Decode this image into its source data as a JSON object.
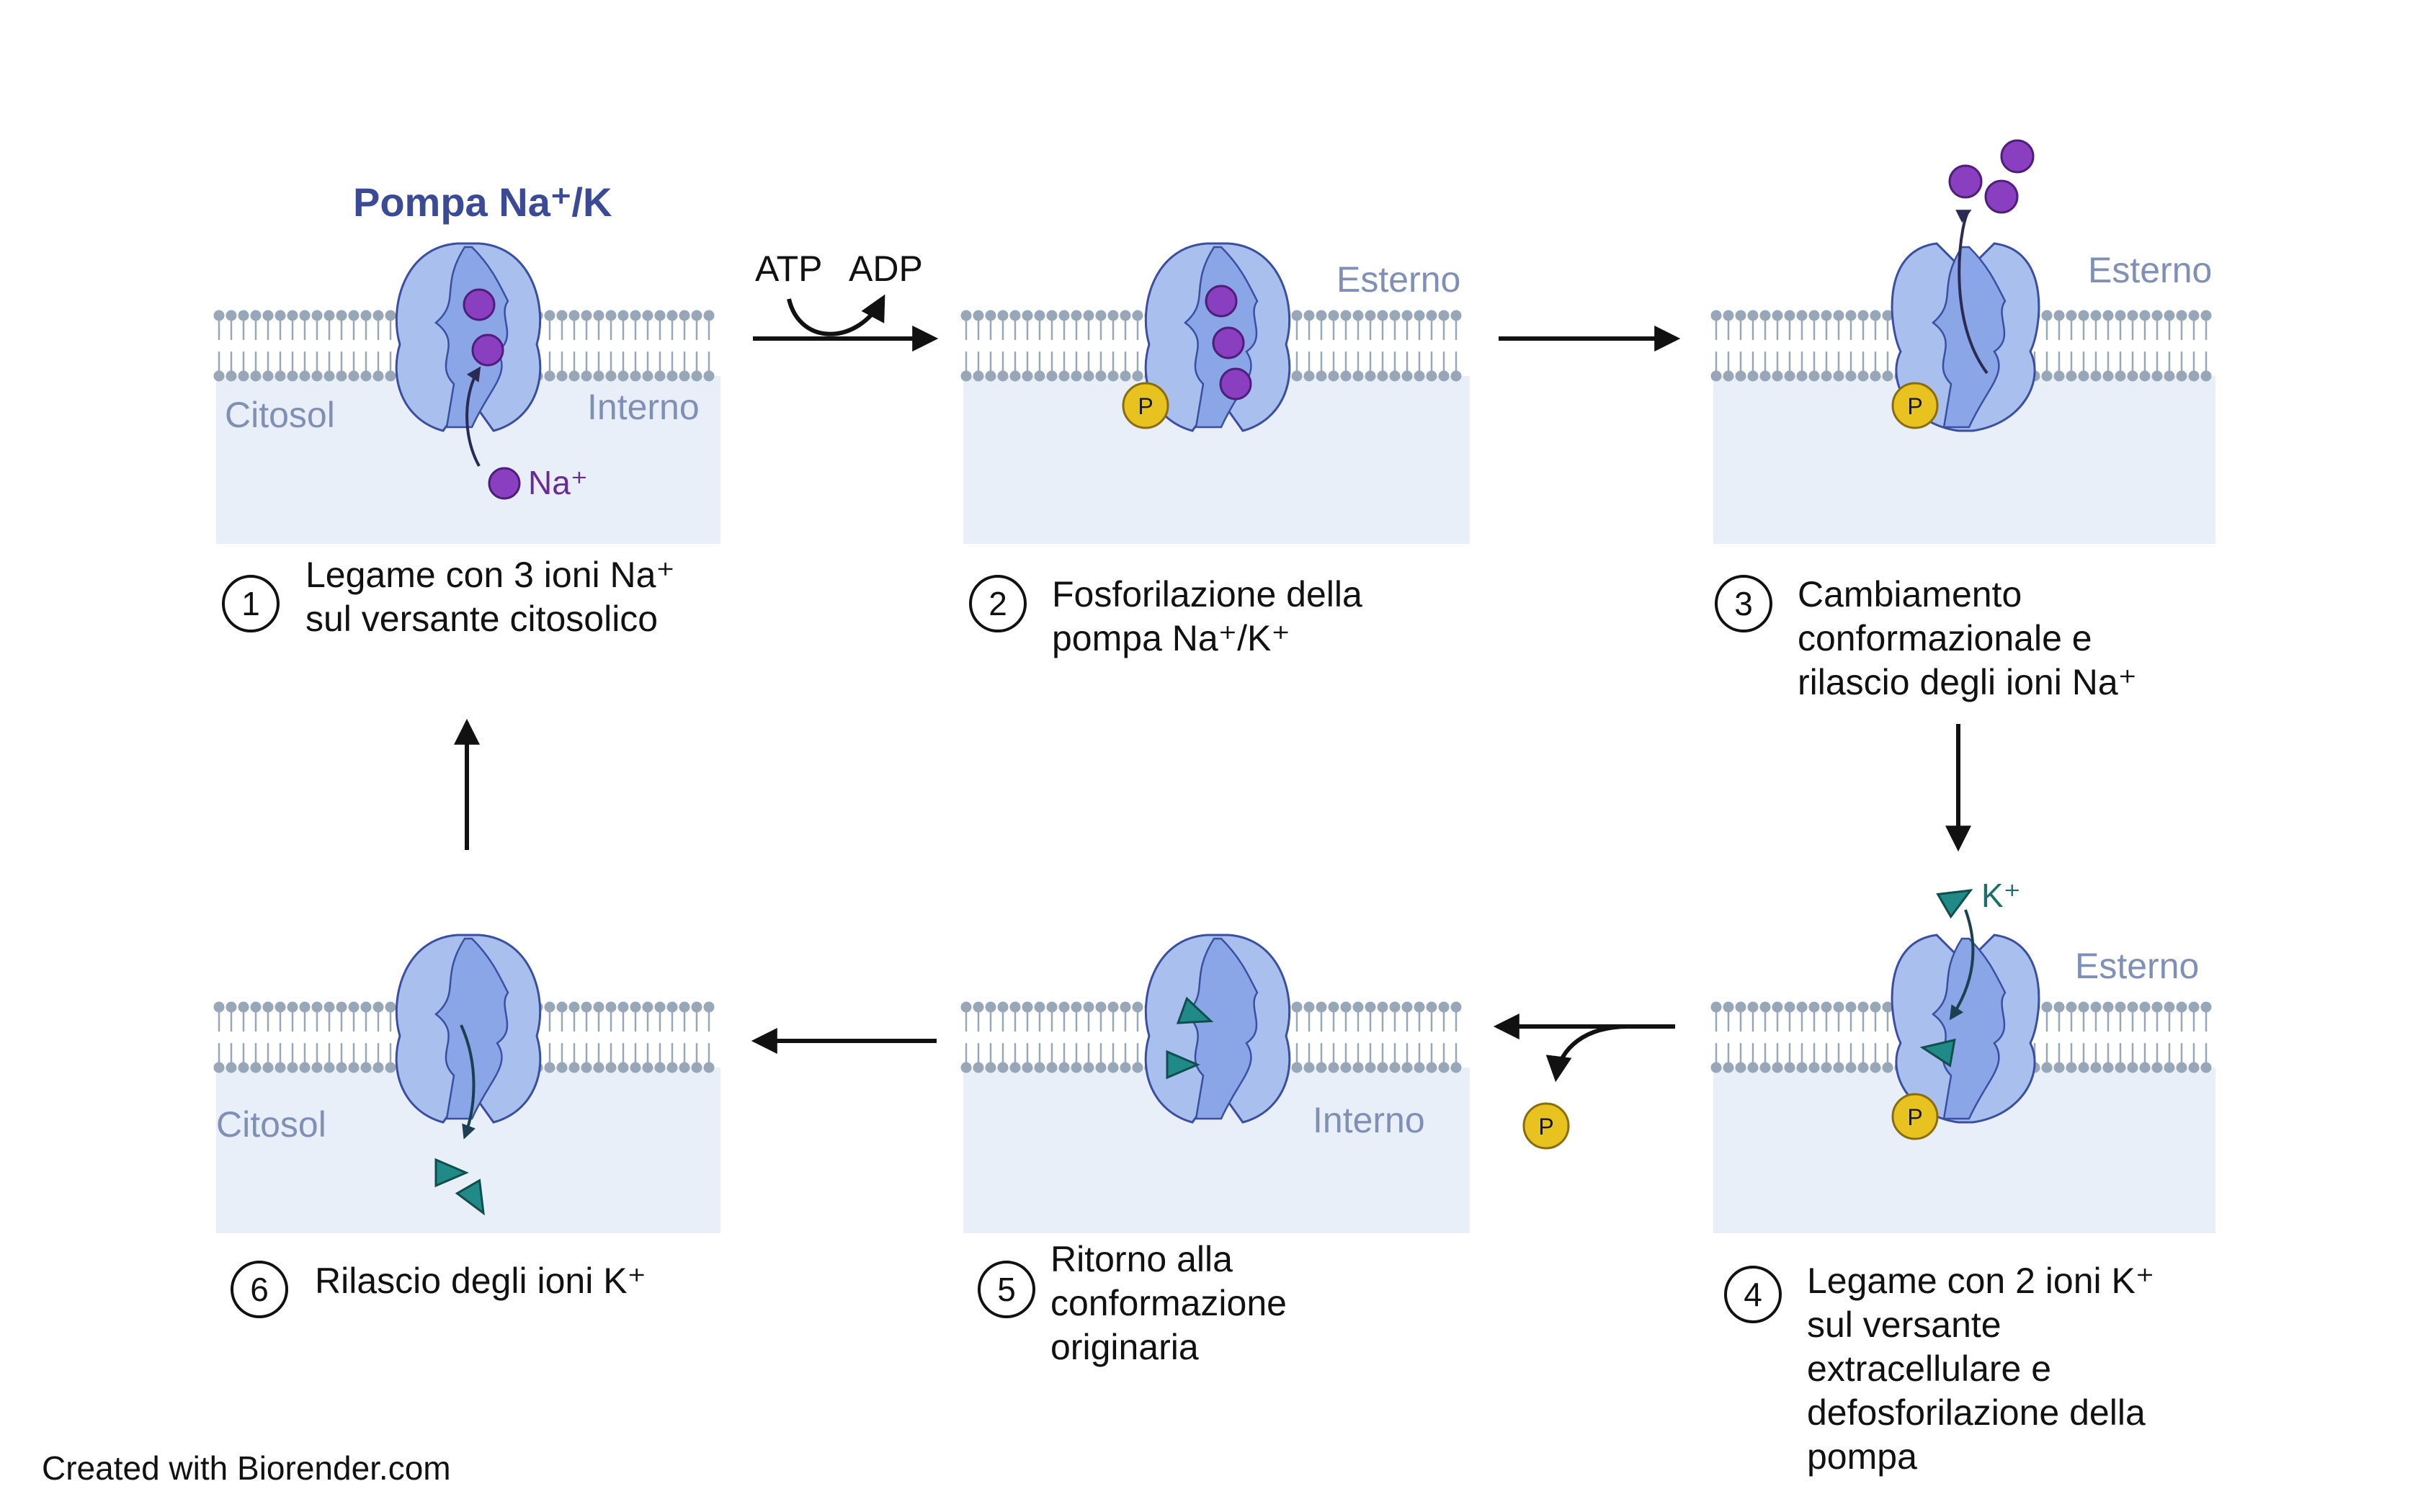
{
  "title": "Pompa Na⁺/K",
  "regions": {
    "cytosol": "Citosol",
    "internal": "Interno",
    "external": "Esterno"
  },
  "ions": {
    "sodium": "Na⁺",
    "potassium": "K⁺",
    "phosphate": "P"
  },
  "reaction": {
    "atp": "ATP",
    "adp": "ADP"
  },
  "steps": [
    {
      "number": "1",
      "lines": [
        "Legame con 3 ioni Na⁺",
        "sul versante citosolico"
      ]
    },
    {
      "number": "2",
      "lines": [
        "Fosforilazione della",
        "pompa Na⁺/K⁺"
      ]
    },
    {
      "number": "3",
      "lines": [
        "Cambiamento",
        "conformazionale e",
        "rilascio degli ioni Na⁺"
      ]
    },
    {
      "number": "4",
      "lines": [
        "Legame con 2 ioni K⁺",
        "sul versante",
        "extracellulare e",
        "defosforilazione della",
        "pompa"
      ]
    },
    {
      "number": "5",
      "lines": [
        "Ritorno alla",
        "conformazione",
        "originaria"
      ]
    },
    {
      "number": "6",
      "lines": [
        "Rilascio degli ioni K⁺"
      ]
    }
  ],
  "credit": "Created with Biorender.com",
  "colors": {
    "sodium": "#8a3fc0",
    "potassium": "#1f8a87",
    "phosphate": "#e8c21f",
    "pump_outer": "#a9c0ee",
    "pump_inner": "#8aa6e6",
    "pump_stroke": "#3b4fa0",
    "cytosol_fill": "#e9eff9",
    "lipid": "#98a7b8",
    "region_text": "#7f8fb6",
    "title_text": "#3b4a96"
  }
}
